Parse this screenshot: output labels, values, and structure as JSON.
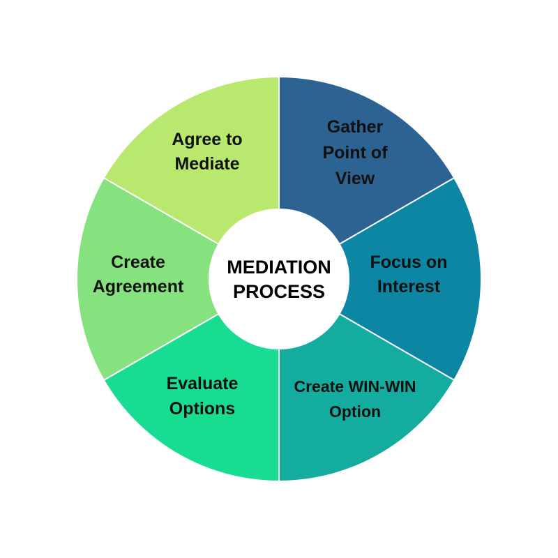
{
  "center": {
    "lines": [
      "MEDIATION",
      "PROCESS"
    ]
  },
  "segments": [
    {
      "id": "gather-point-of-view",
      "lines": [
        "Gather",
        "Point of",
        "View"
      ],
      "color": "#2D6393"
    },
    {
      "id": "focus-on-interest",
      "lines": [
        "Focus on",
        "Interest"
      ],
      "color": "#0C86A3"
    },
    {
      "id": "create-win-win-option",
      "lines": [
        "Create WIN-WIN",
        "Option"
      ],
      "color": "#13AC9E"
    },
    {
      "id": "evaluate-options",
      "lines": [
        "Evaluate",
        "Options"
      ],
      "color": "#19DC93"
    },
    {
      "id": "create-agreement",
      "lines": [
        "Create",
        "Agreement"
      ],
      "color": "#86E27E"
    },
    {
      "id": "agree-to-mediate",
      "lines": [
        "Agree to",
        "Mediate"
      ],
      "color": "#B9E86E"
    }
  ],
  "colors": {
    "background": "#ffffff",
    "divider": "#ffffff",
    "center_fill": "#ffffff",
    "text": "#111111"
  }
}
